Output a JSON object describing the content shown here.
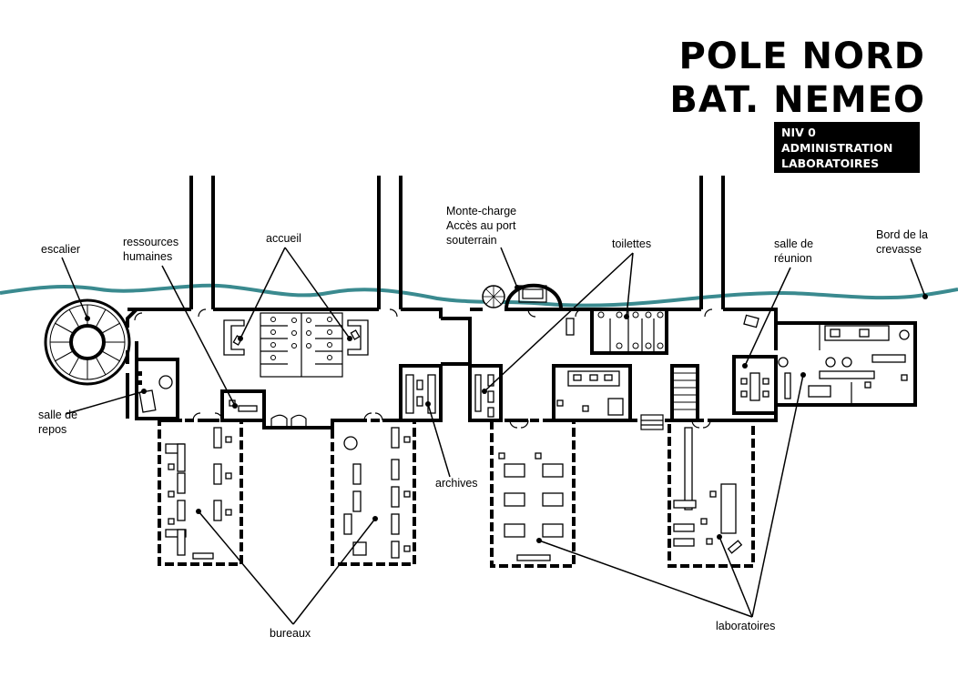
{
  "title": {
    "line1": "POLE NORD",
    "line2": "BAT. NEMEO"
  },
  "subtitle": {
    "line1": "NIV 0",
    "line2": "ADMINISTRATION",
    "line3": "LABORATOIRES"
  },
  "labels": {
    "escalier": "escalier",
    "ressources_humaines_1": "ressources",
    "ressources_humaines_2": "humaines",
    "accueil": "accueil",
    "monte_charge_1": "Monte-charge",
    "monte_charge_2": "Accès au port",
    "monte_charge_3": "souterrain",
    "toilettes": "toilettes",
    "salle_reunion_1": "salle de",
    "salle_reunion_2": "réunion",
    "bord_crevasse_1": "Bord de la",
    "bord_crevasse_2": "crevasse",
    "salle_repos_1": "salle de",
    "salle_repos_2": "repos",
    "archives": "archives",
    "bureaux": "bureaux",
    "laboratoires": "laboratoires"
  },
  "colors": {
    "crevasse_line": "#3a8a8f",
    "walls": "#000000",
    "subtitle_bg": "#000000"
  }
}
